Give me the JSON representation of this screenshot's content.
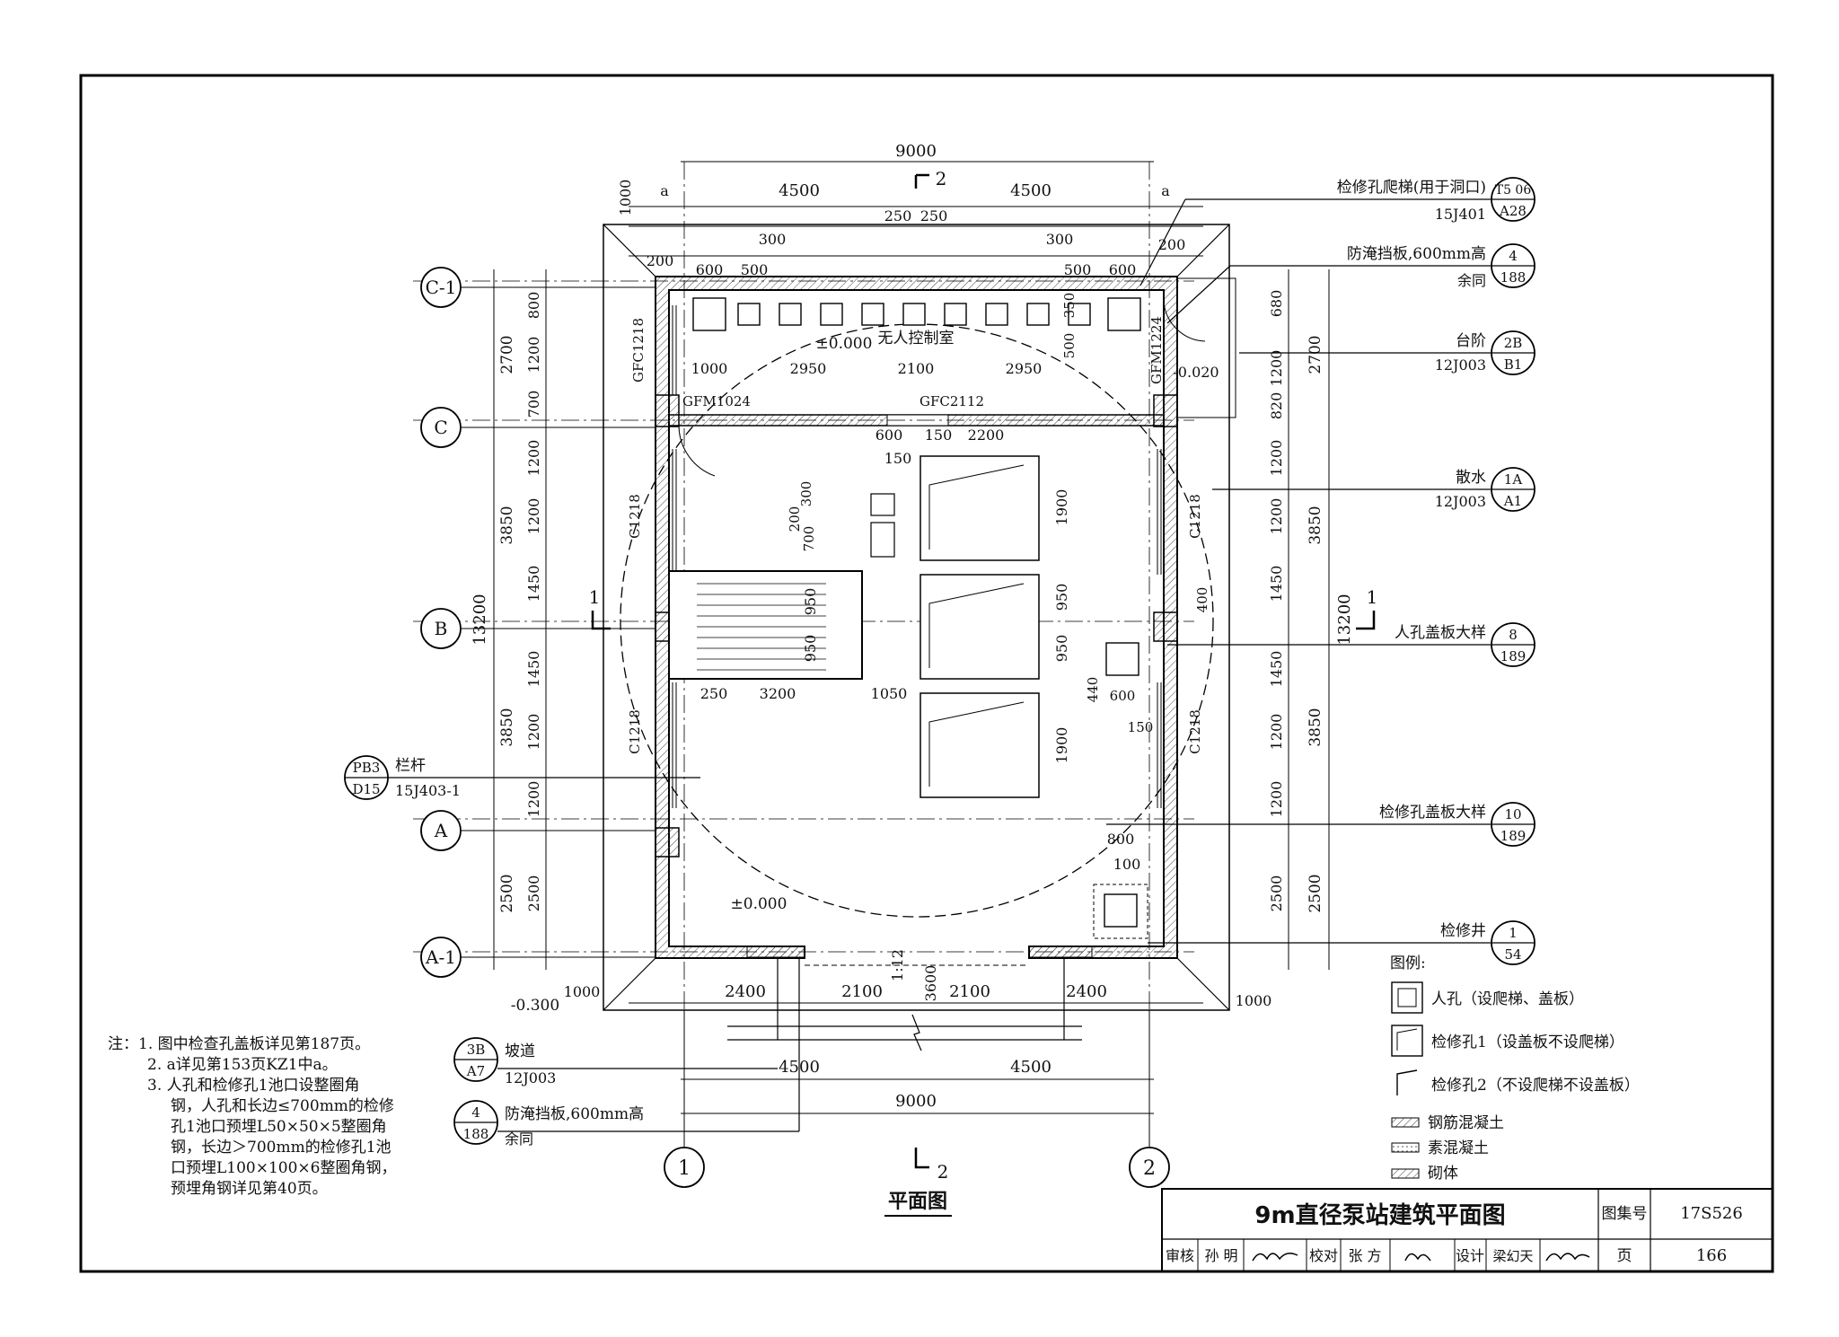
{
  "drawing": {
    "title": "9m直径泵站建筑平面图",
    "plan_caption": "平面图",
    "room_label": "无人控制室",
    "section_mark": "1",
    "section_mark_2": "2"
  },
  "axes": {
    "rows": [
      "C-1",
      "C",
      "B",
      "A",
      "A-1"
    ],
    "columns": [
      "1",
      "2"
    ]
  },
  "dims_top": {
    "overall": "9000",
    "half_left": "4500",
    "half_right": "4500",
    "a": "a",
    "d250": "250",
    "d200": "200",
    "d300": "300",
    "d600": "600",
    "d500": "500",
    "d1000": "1000",
    "d150": "150"
  },
  "dims_left": {
    "total": "13200",
    "d2700": "2700",
    "d3850": "3850",
    "d2500": "2500",
    "d800": "800",
    "d1200": "1200",
    "d700": "700",
    "d1450": "1450",
    "d150": "150",
    "d250": "250",
    "d600": "600"
  },
  "dims_right": {
    "d680": "680",
    "d820": "820",
    "d1200": "1200",
    "d2700": "2700",
    "d3850": "3850",
    "d1450": "1450",
    "d2500": "2500",
    "d13200": "13200",
    "d150": "150"
  },
  "dims_bottom": {
    "d2400": "2400",
    "d2100": "2100",
    "d3600": "3600",
    "d4500": "4500",
    "d9000": "9000",
    "d1000": "1000",
    "slope": "1:12"
  },
  "dims_inner": {
    "d1000": "1000",
    "d2950": "2950",
    "d2100": "2100",
    "d600": "600",
    "d150": "150",
    "d2200": "2200",
    "d300": "300",
    "d200": "200",
    "d700": "700",
    "d1900": "1900",
    "d950": "950",
    "d250": "250",
    "d3200": "3200",
    "d1050": "1050",
    "d440": "440",
    "d400": "400",
    "d800": "800",
    "d100": "100",
    "d350": "350",
    "d500": "500"
  },
  "elevations": {
    "top": "±0.000",
    "bottom": "±0.000",
    "door": "-0.020",
    "outside": "-0.300"
  },
  "openings": {
    "gfc1218": "GFC1218",
    "gfm1024": "GFM1024",
    "gfc2112": "GFC2112",
    "gfm1224": "GFM1224",
    "c1218": "C1218"
  },
  "callouts": [
    {
      "text": "检修孔爬梯(用于洞口)",
      "ref": "15J401",
      "top": "T5 06",
      "bottom": "A28"
    },
    {
      "text": "防淹挡板,600mm高",
      "ref": "余同",
      "top": "4",
      "bottom": "188"
    },
    {
      "text": "台阶",
      "ref": "12J003",
      "top": "2B",
      "bottom": "B1"
    },
    {
      "text": "散水",
      "ref": "12J003",
      "top": "1A",
      "bottom": "A1"
    },
    {
      "text": "人孔盖板大样",
      "ref": "",
      "top": "8",
      "bottom": "189"
    },
    {
      "text": "检修孔盖板大样",
      "ref": "",
      "top": "10",
      "bottom": "189"
    },
    {
      "text": "检修井",
      "ref": "",
      "top": "1",
      "bottom": "54"
    }
  ],
  "left_callouts": [
    {
      "text": "栏杆",
      "ref": "15J403-1",
      "top": "PB3",
      "bottom": "D15"
    },
    {
      "text": "坡道",
      "ref": "12J003",
      "top": "3B",
      "bottom": "A7"
    },
    {
      "text": "防淹挡板,600mm高",
      "ref": "余同",
      "top": "4",
      "bottom": "188"
    }
  ],
  "legend": {
    "title": "图例:",
    "items": [
      "人孔（设爬梯、盖板）",
      "检修孔1（设盖板不设爬梯）",
      "检修孔2（不设爬梯不设盖板）"
    ],
    "hatches": [
      "钢筋混凝土",
      "素混凝土",
      "砌体"
    ]
  },
  "notes": [
    "注：1. 图中检查孔盖板详见第187页。",
    "2. a详见第153页KZ1中a。",
    "3. 人孔和检修孔1池口设整圈角",
    "钢，人孔和长边≤700mm的检修",
    "孔1池口预埋L50×50×5整圈角",
    "钢，长边＞700mm的检修孔1池",
    "口预埋L100×100×6整圈角钢，",
    "预埋角钢详见第40页。"
  ],
  "title_block": {
    "atlas_label": "图集号",
    "atlas_no": "17S526",
    "page_label": "页",
    "page_no": "166",
    "review_label": "审核",
    "reviewer": "孙 明",
    "check_label": "校对",
    "checker": "张 方",
    "design_label": "设计",
    "designer": "梁幻天"
  }
}
